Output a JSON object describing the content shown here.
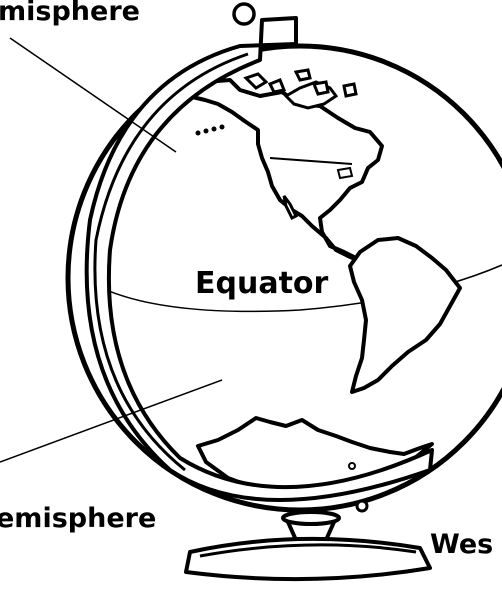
{
  "labels": {
    "northern": "misphere",
    "equator": "Equator",
    "southern": "emisphere",
    "western": "Wes"
  },
  "colors": {
    "ink": "#000000",
    "paper": "#ffffff"
  }
}
